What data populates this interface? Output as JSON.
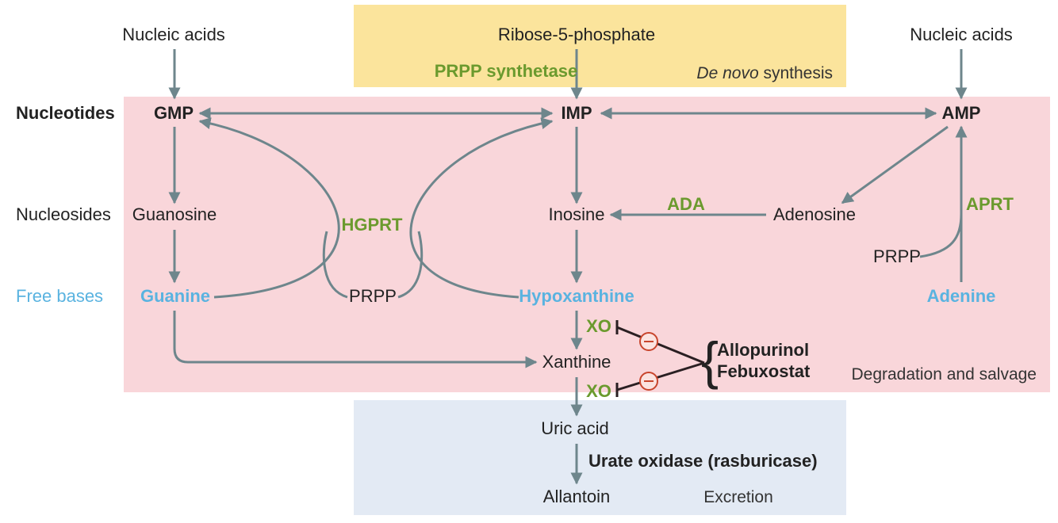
{
  "zones": {
    "de_novo_italic": "De novo",
    "de_novo_rest": " synthesis",
    "degradation": "Degradation and salvage",
    "excretion": "Excretion"
  },
  "row_labels": {
    "nucleotides": "Nucleotides",
    "nucleosides": "Nucleosides",
    "free_bases": "Free bases"
  },
  "compounds": {
    "nucleic_acids_left": "Nucleic acids",
    "nucleic_acids_right": "Nucleic acids",
    "ribose": "Ribose-5-phosphate",
    "gmp": "GMP",
    "imp": "IMP",
    "amp": "AMP",
    "guanosine": "Guanosine",
    "inosine": "Inosine",
    "adenosine": "Adenosine",
    "guanine": "Guanine",
    "prpp_center": "PRPP",
    "hypoxanthine": "Hypoxanthine",
    "prpp_right": "PRPP",
    "adenine": "Adenine",
    "xanthine": "Xanthine",
    "uric_acid": "Uric acid",
    "allantoin": "Allantoin"
  },
  "enzymes": {
    "prpp_synthetase": "PRPP synthetase",
    "hgprt": "HGPRT",
    "ada": "ADA",
    "aprt": "APRT",
    "xo_top": "XO",
    "xo_bottom": "XO",
    "urate_oxidase": "Urate oxidase (rasburicase)"
  },
  "drugs": {
    "allopurinol": "Allopurinol",
    "febuxostat": "Febuxostat"
  },
  "colors": {
    "arrow": "#6e868c",
    "enzyme_green": "#6b9a2e",
    "free_base_blue": "#5ab3e0",
    "inhibitor_red": "#c8452c",
    "de_novo_zone": "#fbe49c",
    "degradation_zone": "#f9d6da",
    "excretion_zone": "#e3eaf4"
  }
}
